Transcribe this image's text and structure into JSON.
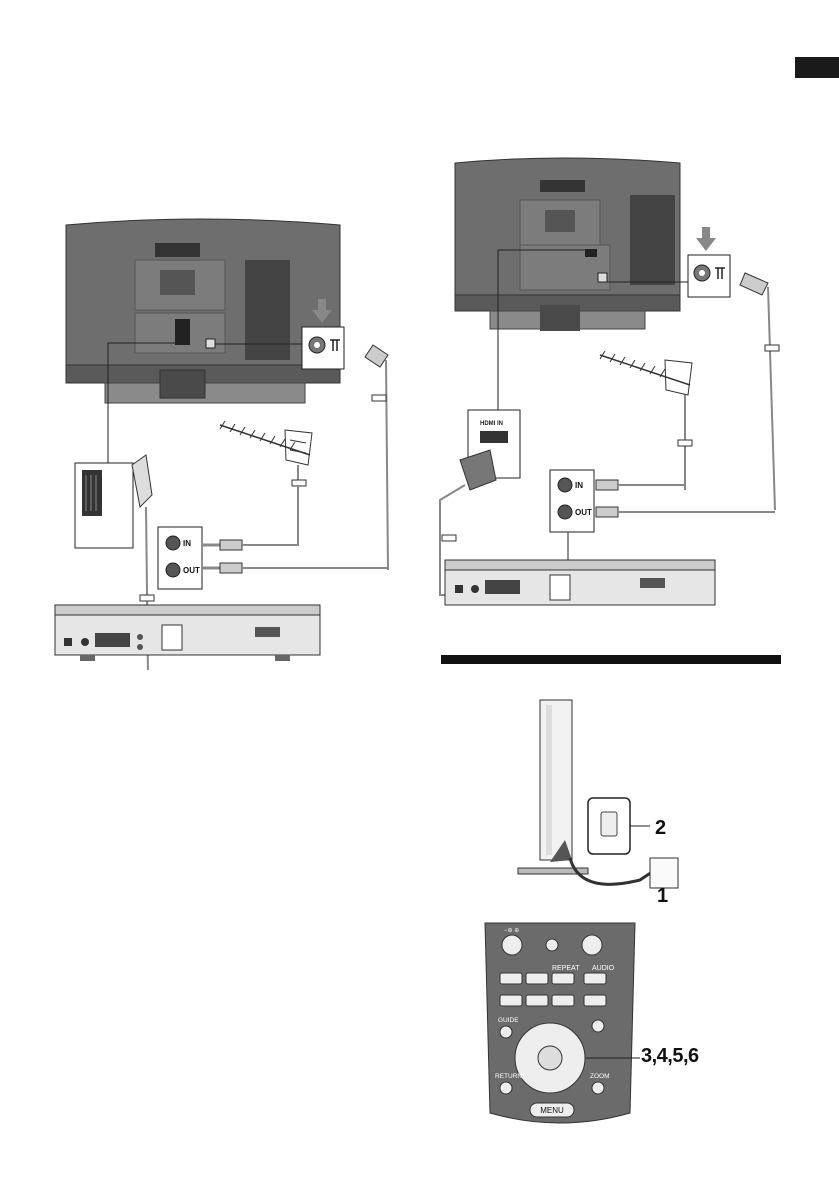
{
  "diagram_left": {
    "ports": {
      "in": "IN",
      "out": "OUT"
    }
  },
  "diagram_right": {
    "ports": {
      "in": "IN",
      "out": "OUT"
    },
    "hdmi_label": "HDMI IN"
  },
  "power_steps": {
    "power_button": "2",
    "plug": "1"
  },
  "remote": {
    "labels": {
      "repeat": "REPEAT",
      "audio": "AUDIO",
      "guide": "GUIDE",
      "return": "RETURN",
      "zoom": "ZOOM",
      "menu": "MENU"
    },
    "callout": "3,4,5,6"
  }
}
